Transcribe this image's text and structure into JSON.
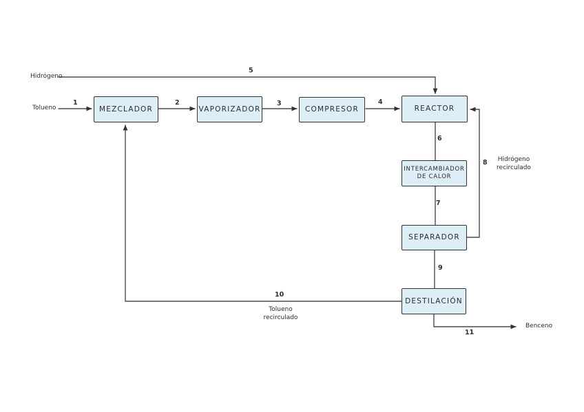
{
  "diagram": {
    "type": "process-flow-block-diagram",
    "colors": {
      "block_fill": "#ddeef6",
      "block_border": "#2f3134",
      "line": "#4a4c4f",
      "background": "#ffffff"
    },
    "blocks": [
      {
        "id": "mezclador",
        "label": "MEZCLADOR"
      },
      {
        "id": "vaporizador",
        "label": "VAPORIZADOR"
      },
      {
        "id": "compresor",
        "label": "COMPRESOR"
      },
      {
        "id": "reactor",
        "label": "REACTOR"
      },
      {
        "id": "intercambiador",
        "label": "INTERCAMBIADOR\nDE CALOR"
      },
      {
        "id": "separador",
        "label": "SEPARADOR"
      },
      {
        "id": "destilacion",
        "label": "DESTILACIÓN"
      }
    ],
    "streams": [
      "1",
      "2",
      "3",
      "4",
      "5",
      "6",
      "7",
      "8",
      "9",
      "10",
      "11"
    ],
    "inputs": {
      "hidrogeno": "Hidrógeno",
      "tolueno": "Tolueno"
    },
    "outputs": {
      "benceno": "Benceno"
    },
    "annotations": {
      "hidrogeno_recirculado": "Hidrógeno\nrecirculado",
      "tolueno_recirculado": "Tolueno\nrecirculado"
    }
  }
}
